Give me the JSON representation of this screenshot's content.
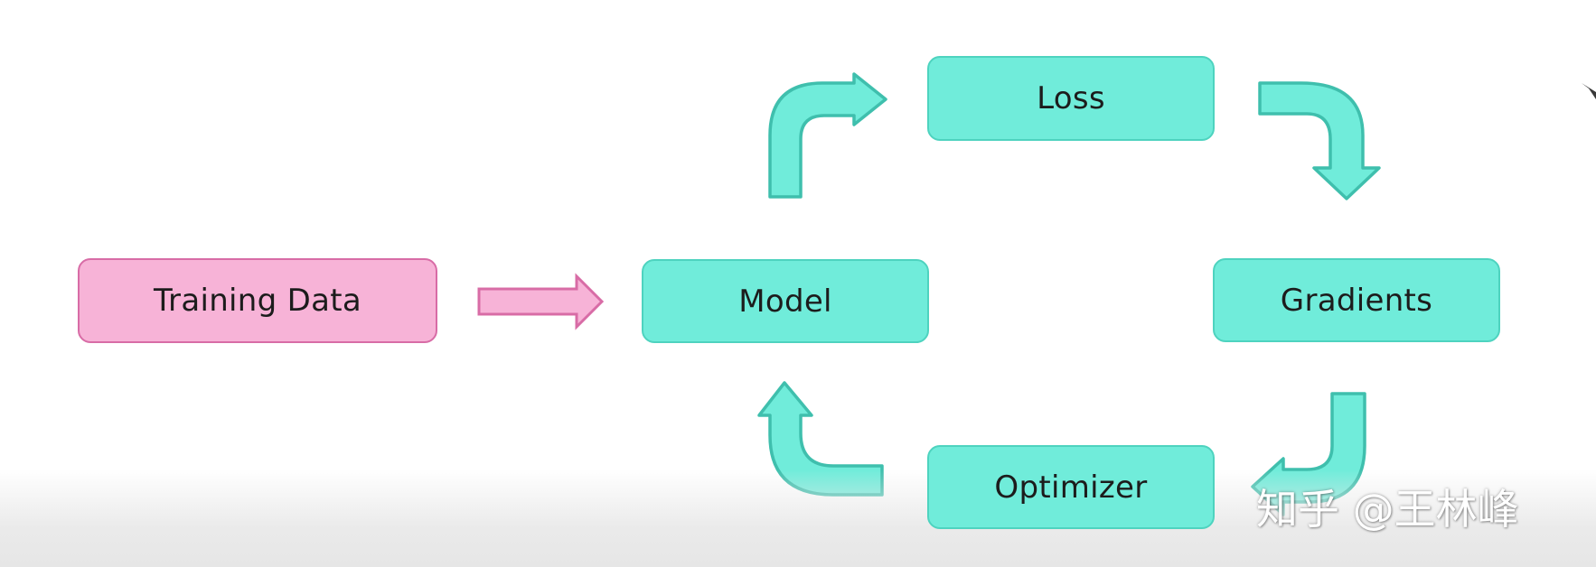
{
  "diagram": {
    "nodes": {
      "training_data": "Training Data",
      "model": "Model",
      "loss": "Loss",
      "gradients": "Gradients",
      "optimizer": "Optimizer"
    },
    "colors": {
      "teal_fill": "#70ecda",
      "teal_border": "#4ed3bf",
      "pink_fill": "#f7b3d7",
      "pink_border": "#d86ca6"
    }
  },
  "watermark": {
    "text": "知乎 @王林峰"
  }
}
